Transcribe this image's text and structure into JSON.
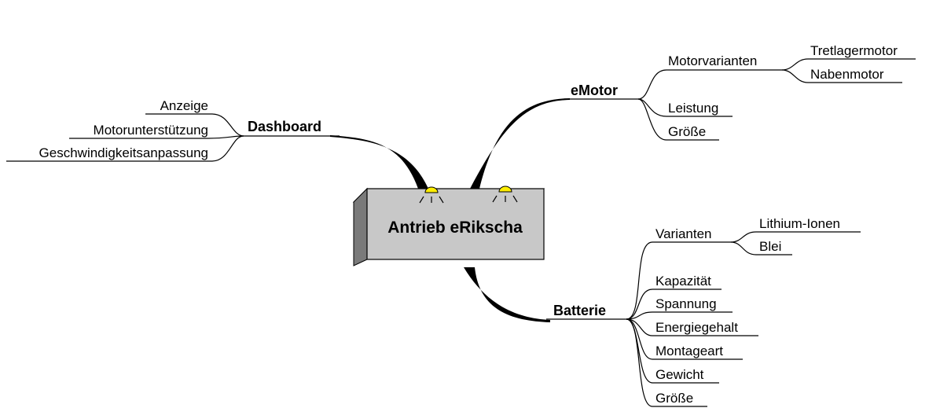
{
  "center": {
    "label": "Antrieb eRikscha"
  },
  "branches": {
    "dashboard": {
      "label": "Dashboard",
      "children": [
        "Anzeige",
        "Motorunterstützung",
        "Geschwindigkeitsanpassung"
      ]
    },
    "emotor": {
      "label": "eMotor",
      "motorvarianten": {
        "label": "Motorvarianten",
        "children": [
          "Tretlagermotor",
          "Nabenmotor"
        ]
      },
      "children": [
        "Leistung",
        "Größe"
      ]
    },
    "batterie": {
      "label": "Batterie",
      "varianten": {
        "label": "Varianten",
        "children": [
          "Lithium-Ionen",
          "Blei"
        ]
      },
      "children": [
        "Kapazität",
        "Spannung",
        "Energiegehalt",
        "Montageart",
        "Gewicht",
        "Größe"
      ]
    }
  },
  "colors": {
    "box_fill": "#c8c8c8",
    "box_side": "#7a7a7a",
    "box_top": "#e2e2e2",
    "bulb": "#ffee00"
  }
}
